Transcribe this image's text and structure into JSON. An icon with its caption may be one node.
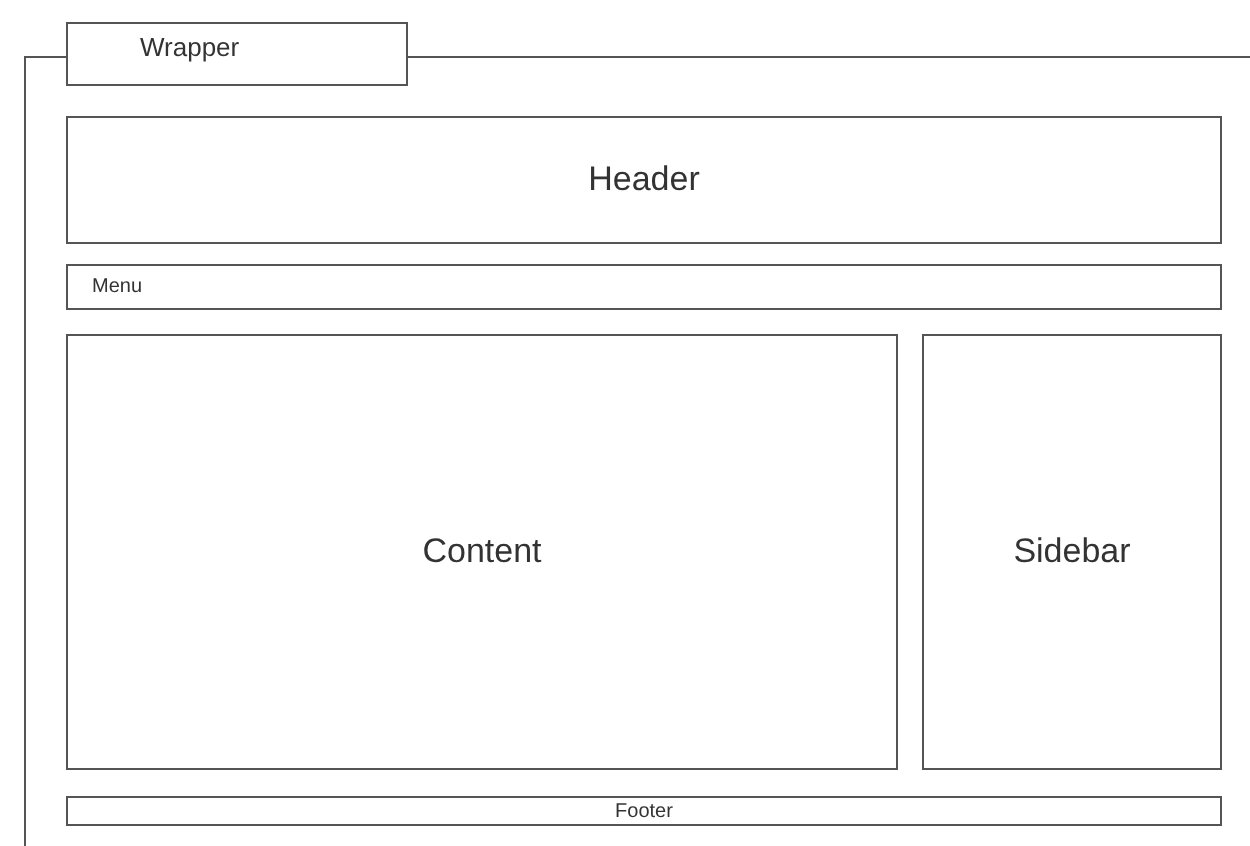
{
  "diagram": {
    "nodes": [
      {
        "text": [
          "Wrapper"
        ]
      },
      {
        "text": [
          "Header"
        ],
        "in": 0
      },
      {
        "text": [
          "Menu"
        ],
        "in": 0
      },
      {
        "text": [
          "Content"
        ],
        "in": 0
      },
      {
        "text": [
          "Sidebar"
        ],
        "in": 0
      },
      {
        "text": [
          "Footer"
        ],
        "in": 0
      }
    ]
  }
}
